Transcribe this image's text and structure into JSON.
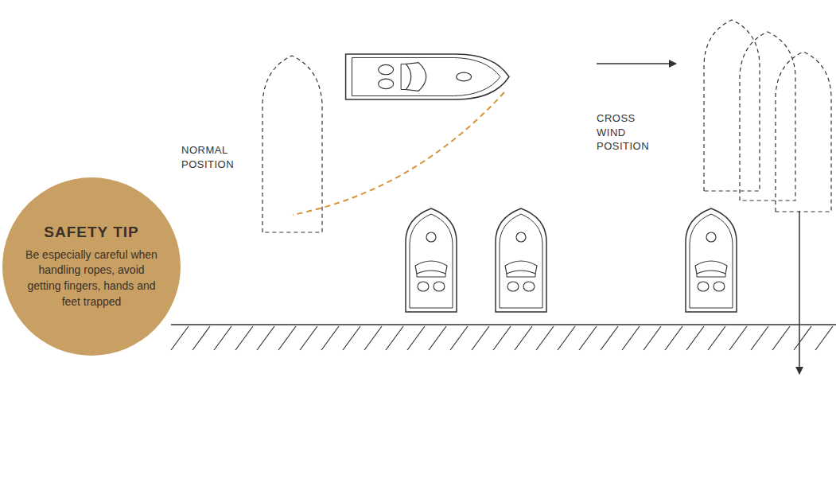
{
  "diagram": {
    "nodes": [
      {
        "text": [
          "SAFETY TIP",
          "Be especially careful when handling ropes, avoid getting fingers, hands and feet trapped"
        ]
      }
    ],
    "labels": [
      "NORMAL POSITION",
      "CROSS WIND POSITION"
    ]
  }
}
